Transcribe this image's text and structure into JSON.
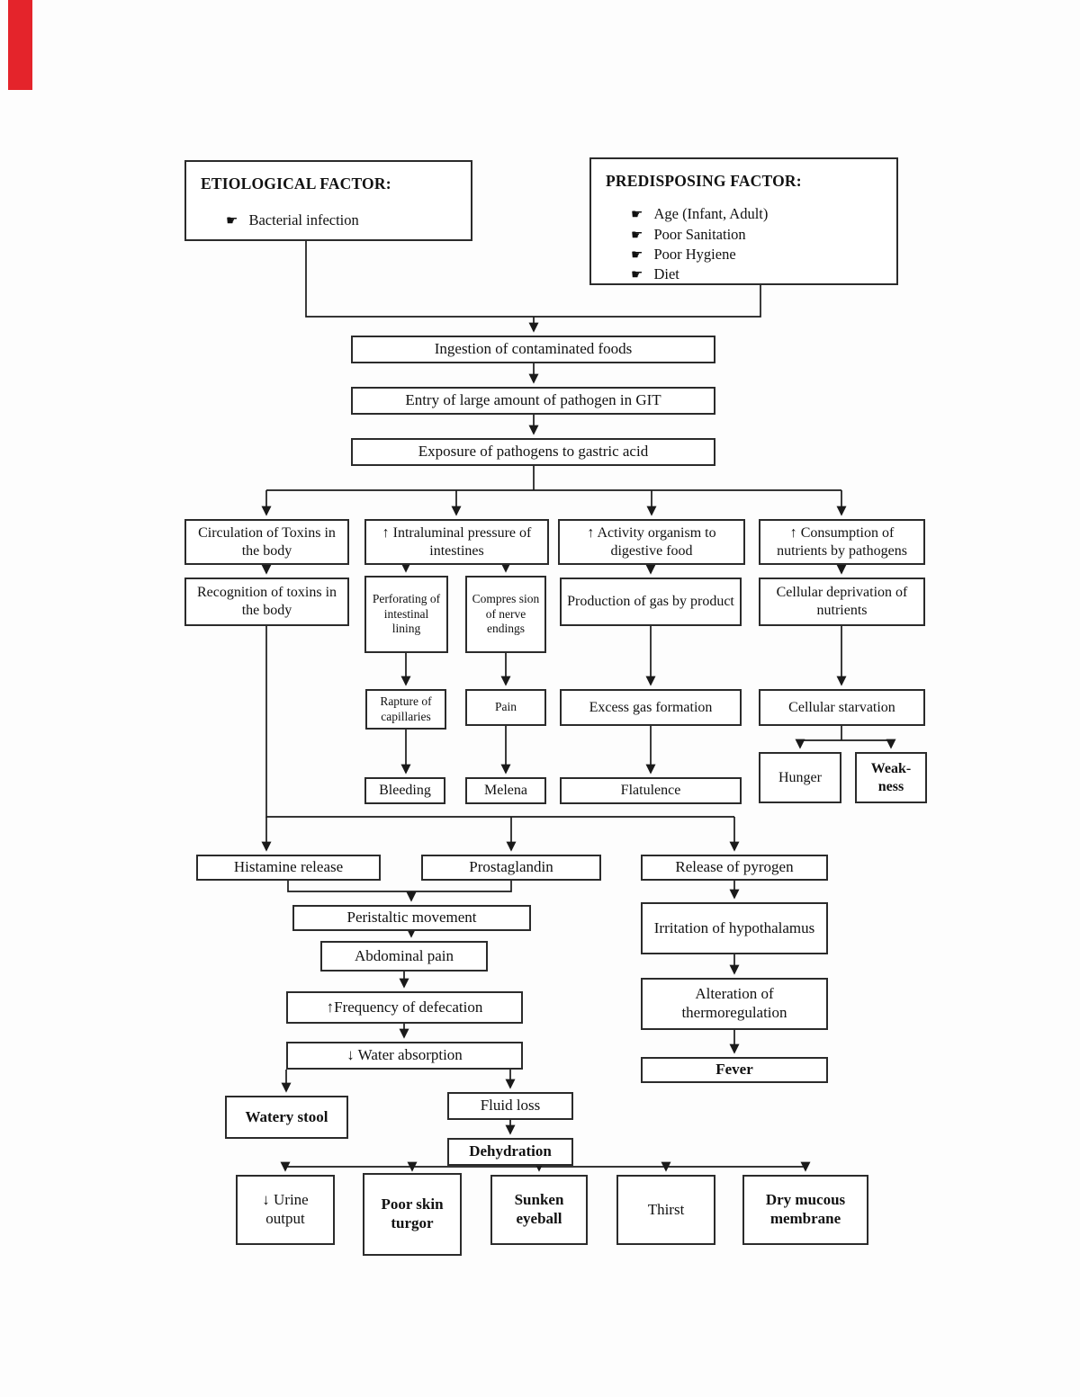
{
  "icons": {
    "bullet": "☛"
  },
  "colors": {
    "line": "#1a1a1a",
    "artifact_red": "#e4242b",
    "box_border": "#2b2b2b"
  },
  "factors": {
    "etiological": {
      "title": "ETIOLOGICAL FACTOR:",
      "items": [
        "Bacterial infection"
      ]
    },
    "predisposing": {
      "title": "PREDISPOSING FACTOR:",
      "items": [
        "Age (Infant, Adult)",
        "Poor Sanitation",
        "Poor Hygiene",
        "Diet"
      ]
    }
  },
  "nodes": {
    "ingestion": "Ingestion of contaminated foods",
    "entry": "Entry of large amount of pathogen in GIT",
    "exposure": "Exposure of pathogens to gastric acid",
    "circulation": "Circulation of Toxins in the body",
    "intraluminal": "↑ Intraluminal pressure of intestines",
    "activity": "↑ Activity organism to digestive food",
    "consumption": "↑ Consumption of nutrients by pathogens",
    "recognition": "Recognition of toxins in the body",
    "perforating": "Perforating of intestinal lining",
    "compression": "Compres sion of nerve endings",
    "production": "Production of gas by product",
    "deprivation": "Cellular deprivation of nutrients",
    "rapture": "Rapture of capillaries",
    "pain": "Pain",
    "excess_gas": "Excess gas formation",
    "starvation": "Cellular starvation",
    "bleeding": "Bleeding",
    "melena": "Melena",
    "flatulence": "Flatulence",
    "hunger": "Hunger",
    "weakness": "Weak-ness",
    "histamine": "Histamine release",
    "prostaglandin": "Prostaglandin",
    "pyrogen": "Release of pyrogen",
    "peristaltic": "Peristaltic movement",
    "abdominal": "Abdominal pain",
    "frequency": "↑Frequency of defecation",
    "water_absorption": "↓ Water absorption",
    "irritation": "Irritation of hypothalamus",
    "alteration": "Alteration of thermoregulation",
    "fever": "Fever",
    "watery_stool": "Watery stool",
    "fluid_loss": "Fluid loss",
    "dehydration": "Dehydration",
    "urine_output": "↓ Urine output",
    "skin_turgor": "Poor skin turgor",
    "sunken_eyeball": "Sunken eyeball",
    "thirst": "Thirst",
    "dry_mucous": "Dry mucous membrane"
  }
}
